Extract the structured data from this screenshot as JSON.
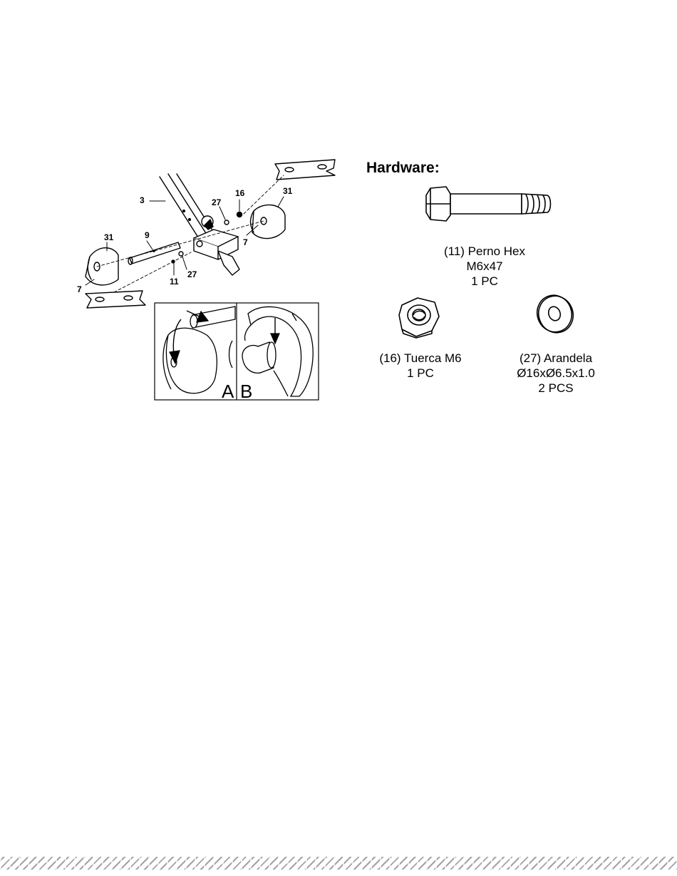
{
  "diagram": {
    "callouts": {
      "c3": "3",
      "c9": "9",
      "c31_left": "31",
      "c7_left": "7",
      "c11": "11",
      "c27_lower": "27",
      "c27_upper": "27",
      "c16": "16",
      "c31_right": "31",
      "c7_right": "7"
    },
    "inset": {
      "label_a": "A",
      "label_b": "B"
    }
  },
  "hardware": {
    "title": "Hardware:",
    "items": [
      {
        "lines": [
          "(11) Perno Hex",
          "M6x47",
          "1 PC"
        ]
      },
      {
        "lines": [
          "(16) Tuerca M6",
          "1 PC"
        ]
      },
      {
        "lines": [
          "(27) Arandela",
          "Ø16xØ6.5x1.0",
          "2 PCS"
        ]
      }
    ]
  }
}
